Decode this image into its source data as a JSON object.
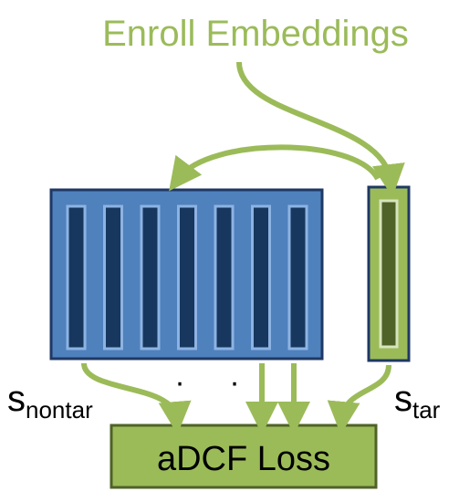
{
  "title": "Enroll Embeddings",
  "loss_label": "aDCF Loss",
  "nontarget_label": {
    "main": "s",
    "sub": "nontar"
  },
  "target_label": {
    "main": "s",
    "sub": "tar"
  },
  "ellipsis_dots": [
    "·",
    "·"
  ],
  "colors": {
    "green": "#9bbb59",
    "green_dark": "#4f6228",
    "blue_fill": "#4f81bd",
    "blue_border": "#1f3864",
    "blue_stripe_fill": "#17375e",
    "blue_stripe_border": "#8db3e2",
    "text": "#000000",
    "title": "#9bbb59"
  },
  "nontarget_embeddings_count": 7,
  "target_embeddings_count": 1
}
